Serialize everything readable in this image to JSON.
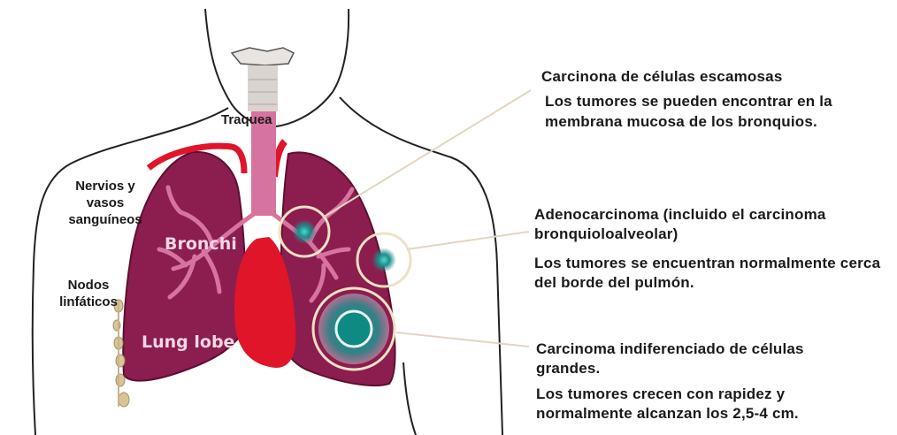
{
  "labels": {
    "trachea": "Traquea",
    "nerves": "Nervios y vasos sanguíneos",
    "lymph": "Nodos linfáticos",
    "bronchi": "Bronchi",
    "lung_lobe": "Lung lobe"
  },
  "callouts": [
    {
      "title": "Carcinona de células escamosas",
      "description": "Los tumores se pueden encontrar en la membrana mucosa de los bronquios."
    },
    {
      "title": "Adenocarcinoma (incluido el carcinoma bronquioloalveolar)",
      "description": "Los tumores se encuentran normalmente cerca del borde del pulmón."
    },
    {
      "title": "Carcinoma indiferenciado de células grandes.",
      "description": "Los tumores crecen con rapidez y normalmente alcanzan los 2,5-4 cm."
    }
  ],
  "colors": {
    "lung": "#8b1e4e",
    "lung_dark": "#6e1238",
    "bronchi": "#d7739f",
    "heart": "#e0152a",
    "tumor": "#1f8f8a",
    "lymph_node": "#d9c49a"
  }
}
